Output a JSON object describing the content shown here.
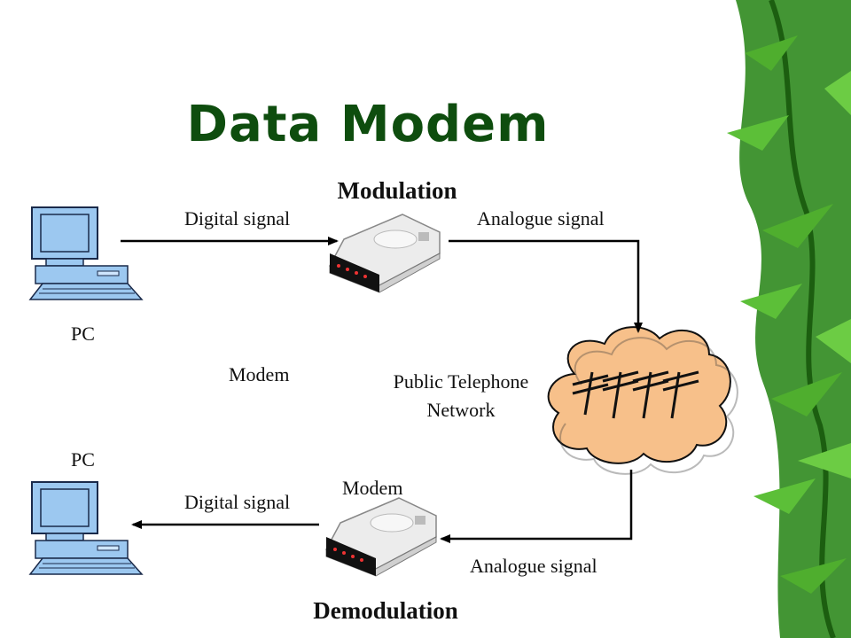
{
  "title": "Data Modem",
  "labels": {
    "modulation": "Modulation",
    "demodulation": "Demodulation",
    "digital_signal_top": "Digital signal",
    "analogue_signal_top": "Analogue signal",
    "digital_signal_bottom": "Digital signal",
    "analogue_signal_bottom": "Analogue signal",
    "pc_top": "PC",
    "pc_bottom": "PC",
    "modem_left": "Modem",
    "modem_bottom": "Modem",
    "network_line1": "Public Telephone",
    "network_line2": "Network"
  },
  "colors": {
    "title": "#0e4d0e",
    "computer_fill": "#9cc8f0",
    "cloud_fill": "#f7c08a",
    "foliage": "#2f8a1e"
  }
}
